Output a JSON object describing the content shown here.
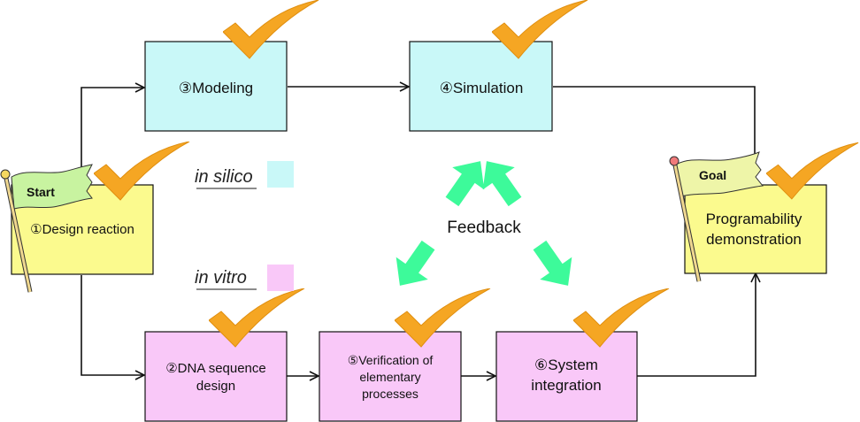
{
  "nodes": {
    "design_reaction": {
      "label": "①Design reaction"
    },
    "modeling": {
      "label": "③Modeling"
    },
    "simulation": {
      "label": "④Simulation"
    },
    "dna_sequence_design": {
      "line1": "②DNA sequence",
      "line2": "design"
    },
    "verification": {
      "line1": "⑤Verification of",
      "line2": "elementary",
      "line3": "processes"
    },
    "system_integration": {
      "line1": "⑥System",
      "line2": "integration"
    },
    "programmability_demo": {
      "line1": "Programability",
      "line2": "demonstration"
    }
  },
  "flags": {
    "start": "Start",
    "goal": "Goal"
  },
  "legend": {
    "in_silico": "in silico",
    "in_vitro": "in vitro"
  },
  "feedback_label": "Feedback",
  "colors": {
    "in_silico": "#c9f8f8",
    "in_vitro": "#f9c8f8",
    "endpoint": "#fbfa8e",
    "checkmark": "#f5a623",
    "feedback_arrow": "#3dfa9a",
    "flag_start": "#c8f3a0",
    "flag_goal": "#eef5a8",
    "connector": "#111111"
  },
  "icons": {
    "checkmark": "checkmark-icon",
    "start_flag": "start-flag-icon",
    "goal_flag": "goal-flag-icon",
    "feedback_arrow": "feedback-arrow-icon"
  }
}
